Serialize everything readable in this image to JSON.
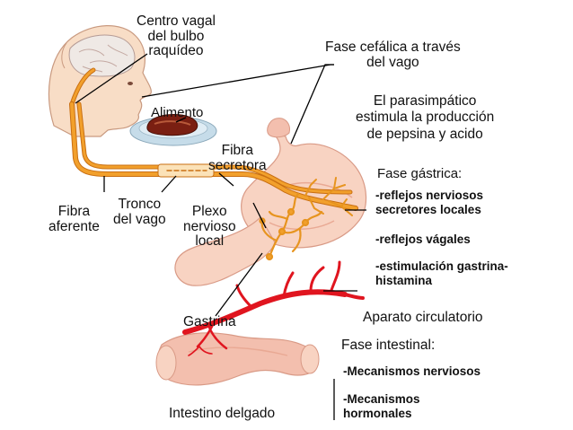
{
  "labels": {
    "centro_vagal": [
      "Centro vagal",
      "del bulbo",
      "raquídeo"
    ],
    "fase_cefalica": [
      "Fase cefálica a través",
      "del vago"
    ],
    "parasimpatico": [
      "El parasimpático",
      "estimula la producción",
      "de pepsina y acido"
    ],
    "alimento": "Alimento",
    "fibra_secretora": [
      "Fibra",
      "secretora"
    ],
    "fase_gastrica": "Fase gástrica:",
    "reflejos_secretores": [
      "-reflejos nerviosos",
      "secretores locales"
    ],
    "reflejos_vagales": "-reflejos vágales",
    "estimulacion": [
      "-estimulación gastrina-",
      "histamina"
    ],
    "fibra_aferente": [
      "Fibra",
      "aferente"
    ],
    "tronco_vago": [
      "Tronco",
      "del vago"
    ],
    "plexo": [
      "Plexo",
      "nervioso",
      "local"
    ],
    "gastrina": "Gastrina",
    "aparato": "Aparato circulatorio",
    "fase_intestinal": "Fase intestinal:",
    "mecanismos_nerviosos": "-Mecanismos nerviosos",
    "mecanismos_hormonales": [
      "-Mecanismos",
      "hormonales"
    ],
    "intestino": "Intestino delgado"
  },
  "colors": {
    "nerve": "#f2a02c",
    "nerve_dark": "#c96f12",
    "skin": "#f8ddc6",
    "skin_line": "#c99a80",
    "stomach": "#f8d3c2",
    "stomach_shade": "#e9a994",
    "intestine": "#f3bfae",
    "artery": "#e0151f",
    "plate": "#c6dce9",
    "meat": "#7a1f12",
    "leader": "#000000"
  },
  "icons": [
    "head-outline",
    "brain",
    "food-plate",
    "stomach",
    "intestine",
    "artery",
    "nerve-plexus"
  ]
}
